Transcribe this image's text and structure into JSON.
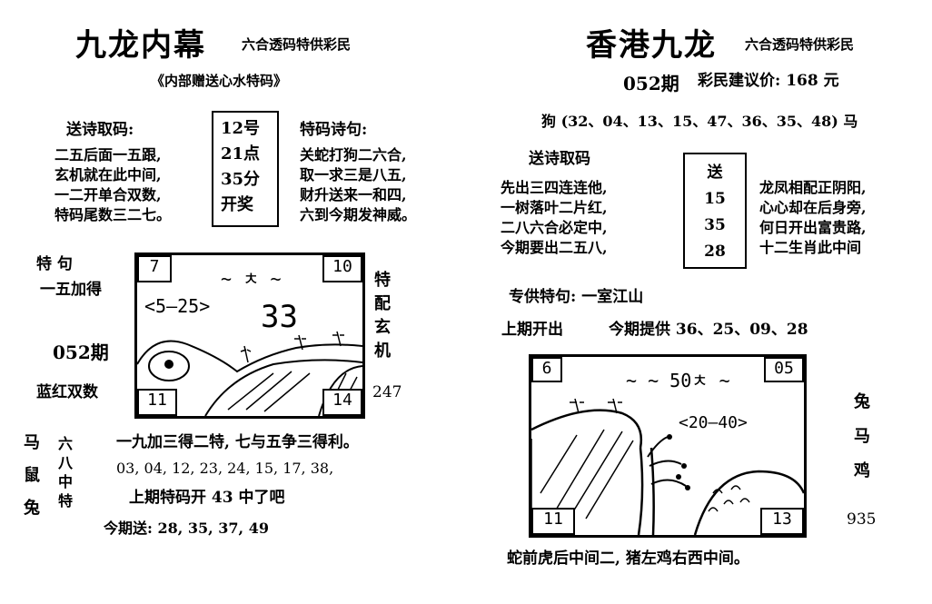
{
  "left": {
    "title": "九龙内幕",
    "slogan": "六合透码特供彩民",
    "subtitle": "《内部赠送心水特码》",
    "poem_heading": "送诗取码:",
    "poem_lines": [
      "二五后面一五跟,",
      "玄机就在此中间,",
      "一二开单合双数,",
      "特码尾数三二七。"
    ],
    "box_lines": [
      "12号",
      "21点",
      "35分",
      "开奖"
    ],
    "special_heading": "特码诗句:",
    "special_lines": [
      "关蛇打狗二六合,",
      "取一求三是八五,",
      "财升送来一和四,",
      "六到今期发神威。"
    ],
    "tejv_label": "特  句",
    "tejv_value": "一五加得",
    "issue": "052期",
    "color_hint": "蓝红双数",
    "side_vertical": [
      "特",
      "配",
      "玄",
      "机"
    ],
    "side_number": "247",
    "picture": {
      "corner_tl": "7",
      "corner_tr": "10",
      "corner_bl": "11",
      "corner_br": "14",
      "scribble_top": "~ ㅊ ~",
      "scribble_range": "<5—25>",
      "scribble_number": "33"
    },
    "zodiac_col": [
      "马",
      "鼠",
      "兔"
    ],
    "six_eight_col": [
      "六",
      "八",
      "中",
      "特"
    ],
    "rule_line": "一九加三得二特, 七与五争三得利。",
    "numbers_line": "03, 04, 12, 23, 24, 15, 17, 38,",
    "last_line": "上期特码开 43 中了吧",
    "today_line": "今期送: 28, 35, 37, 49"
  },
  "right": {
    "title": "香港九龙",
    "slogan": "六合透码特供彩民",
    "issue": "052期",
    "price_label": "彩民建议价: 168 元",
    "dog_line": "狗 (32、04、13、15、47、36、35、48) 马",
    "poem_heading": "送诗取码",
    "poem_lines": [
      "先出三四连连他,",
      "一树落叶二片红,",
      "二八六合必定中,",
      "今期要出二五八,"
    ],
    "box_lines": [
      "送",
      "15",
      "35",
      "28"
    ],
    "poem2_lines": [
      "龙凤相配正阴阳,",
      "心心却在后身旁,",
      "何日开出富贵路,",
      "十二生肖此中间"
    ],
    "special_label": "专供特句: 一室江山",
    "last_label": "上期开出",
    "provide_line": "今期提供 36、25、09、28",
    "side_vertical": [
      "兔",
      "马",
      "鸡"
    ],
    "side_number": "935",
    "picture": {
      "corner_tl": "6",
      "corner_tr": "05",
      "corner_bl": "11",
      "corner_br": "13",
      "scribble_top": "~ ~ 50ㅊ ~",
      "scribble_range": "<20—40>"
    },
    "bottom_line": "蛇前虎后中间二, 猪左鸡右西中间。"
  }
}
